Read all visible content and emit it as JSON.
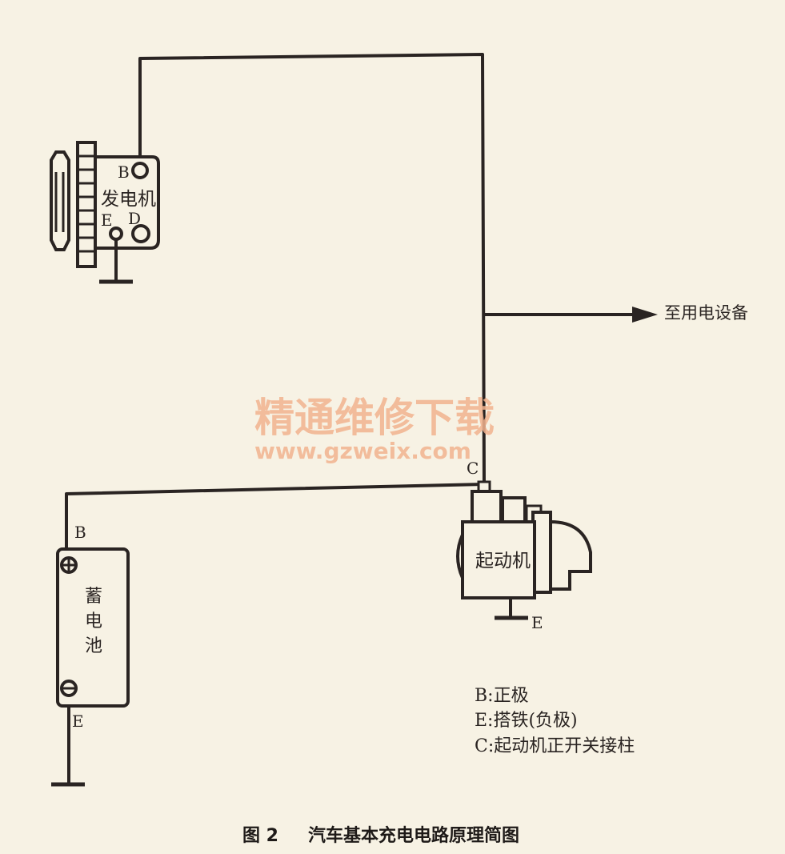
{
  "components": {
    "alternator": {
      "name": "发电机",
      "terminal_b": "B",
      "terminal_e": "E",
      "terminal_d": "D"
    },
    "battery": {
      "name_chars": [
        "蓄",
        "电",
        "池"
      ],
      "terminal_b": "B",
      "terminal_e": "E"
    },
    "starter": {
      "name": "起动机",
      "terminal_c": "C",
      "ground_label": "E"
    }
  },
  "load_label": "至用电设备",
  "legend": [
    "B:正极",
    "E:搭铁(负极)",
    "C:起动机正开关接柱"
  ],
  "watermark": {
    "line1": "精通维修下载",
    "line2": "www.gzweix.com"
  },
  "caption": {
    "figure": "图 2",
    "title": "汽车基本充电电路原理简图"
  },
  "colors": {
    "background": "#f7f2e4",
    "line": "#2a2422",
    "watermark": "#f2b38f"
  }
}
